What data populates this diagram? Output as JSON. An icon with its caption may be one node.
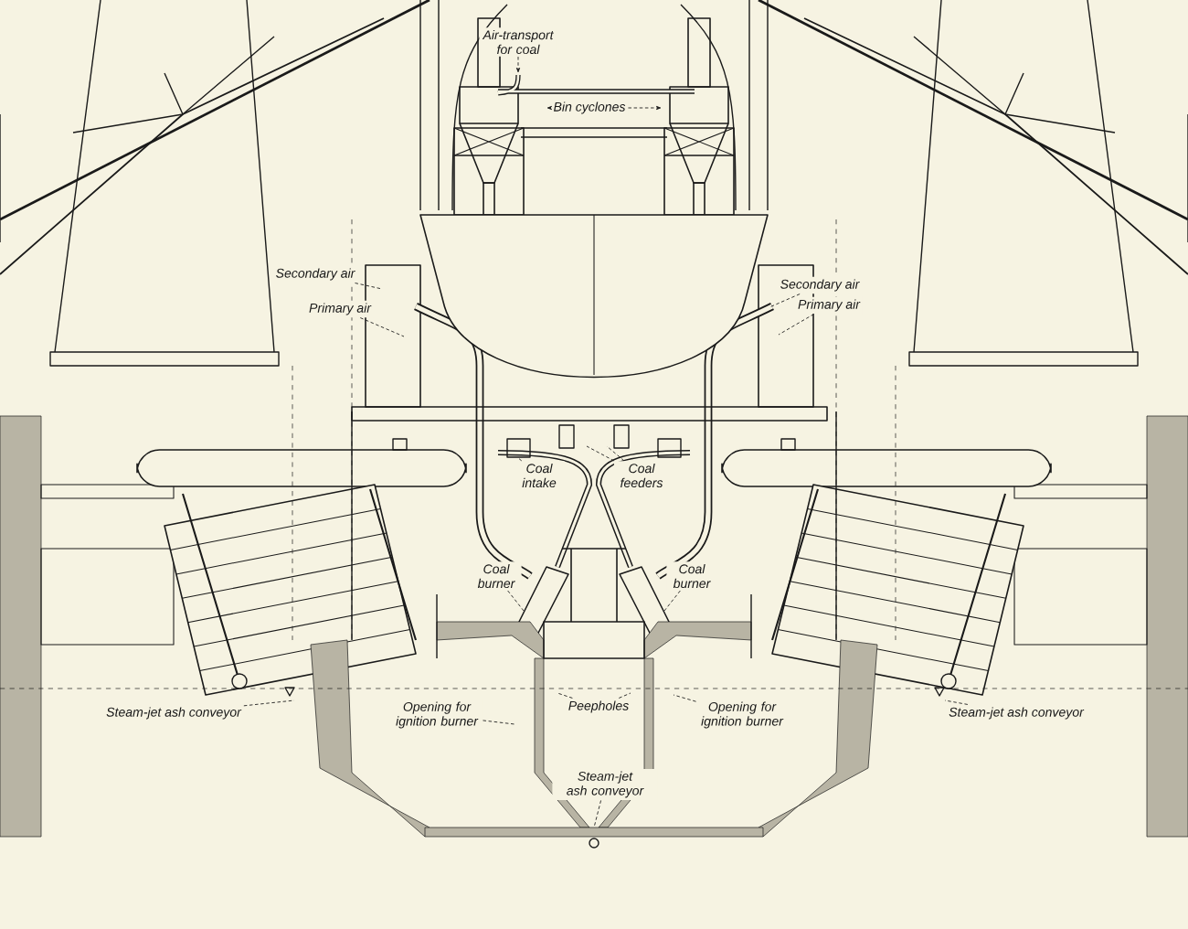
{
  "diagram": {
    "nodes": [
      {
        "text": [
          "Air-transport for coal"
        ]
      },
      {
        "text": [
          "Bin cyclones"
        ]
      },
      {
        "text": [
          "Secondary air"
        ]
      },
      {
        "text": [
          "Primary air"
        ]
      },
      {
        "text": [
          "Secondary air"
        ]
      },
      {
        "text": [
          "Primary air"
        ]
      },
      {
        "text": [
          "Coal intake"
        ]
      },
      {
        "text": [
          "Coal feeders"
        ]
      },
      {
        "text": [
          "Coal burner"
        ]
      },
      {
        "text": [
          "Coal burner"
        ]
      },
      {
        "text": [
          "Steam-jet ash conveyor"
        ]
      },
      {
        "text": [
          "Opening for ignition burner"
        ]
      },
      {
        "text": [
          "Peepholes"
        ]
      },
      {
        "text": [
          "Opening for ignition burner"
        ]
      },
      {
        "text": [
          "Steam-jet ash conveyor"
        ]
      },
      {
        "text": [
          "Steam-jet ash conveyor"
        ]
      }
    ],
    "edges": [
      {
        "from": 0,
        "to": null,
        "arrow": "to",
        "style": "dashed"
      },
      {
        "from": 1,
        "to": null,
        "arrow": "to",
        "style": "dashed"
      },
      {
        "from": 1,
        "to": null,
        "arrow": "to",
        "style": "dashed"
      },
      {
        "from": 2,
        "to": null,
        "arrow": "none",
        "style": "dashed"
      },
      {
        "from": 3,
        "to": null,
        "arrow": "none",
        "style": "dashed"
      },
      {
        "from": 4,
        "to": null,
        "arrow": "none",
        "style": "dashed"
      },
      {
        "from": 5,
        "to": null,
        "arrow": "none",
        "style": "dashed"
      },
      {
        "from": 6,
        "to": null,
        "arrow": "none",
        "style": "dashed"
      },
      {
        "from": 7,
        "to": null,
        "arrow": "none",
        "style": "dashed"
      },
      {
        "from": 7,
        "to": null,
        "arrow": "none",
        "style": "dashed"
      },
      {
        "from": 8,
        "to": null,
        "arrow": "none",
        "style": "dashed"
      },
      {
        "from": 9,
        "to": null,
        "arrow": "none",
        "style": "dashed"
      },
      {
        "from": 10,
        "to": null,
        "arrow": "none",
        "style": "dashed"
      },
      {
        "from": 11,
        "to": null,
        "arrow": "none",
        "style": "dashed"
      },
      {
        "from": 12,
        "to": null,
        "arrow": "none",
        "style": "dashed"
      },
      {
        "from": 12,
        "to": null,
        "arrow": "none",
        "style": "dashed"
      },
      {
        "from": 13,
        "to": null,
        "arrow": "none",
        "style": "dashed"
      },
      {
        "from": 14,
        "to": null,
        "arrow": "none",
        "style": "dashed"
      },
      {
        "from": 15,
        "to": null,
        "arrow": "none",
        "style": "dashed"
      }
    ]
  }
}
